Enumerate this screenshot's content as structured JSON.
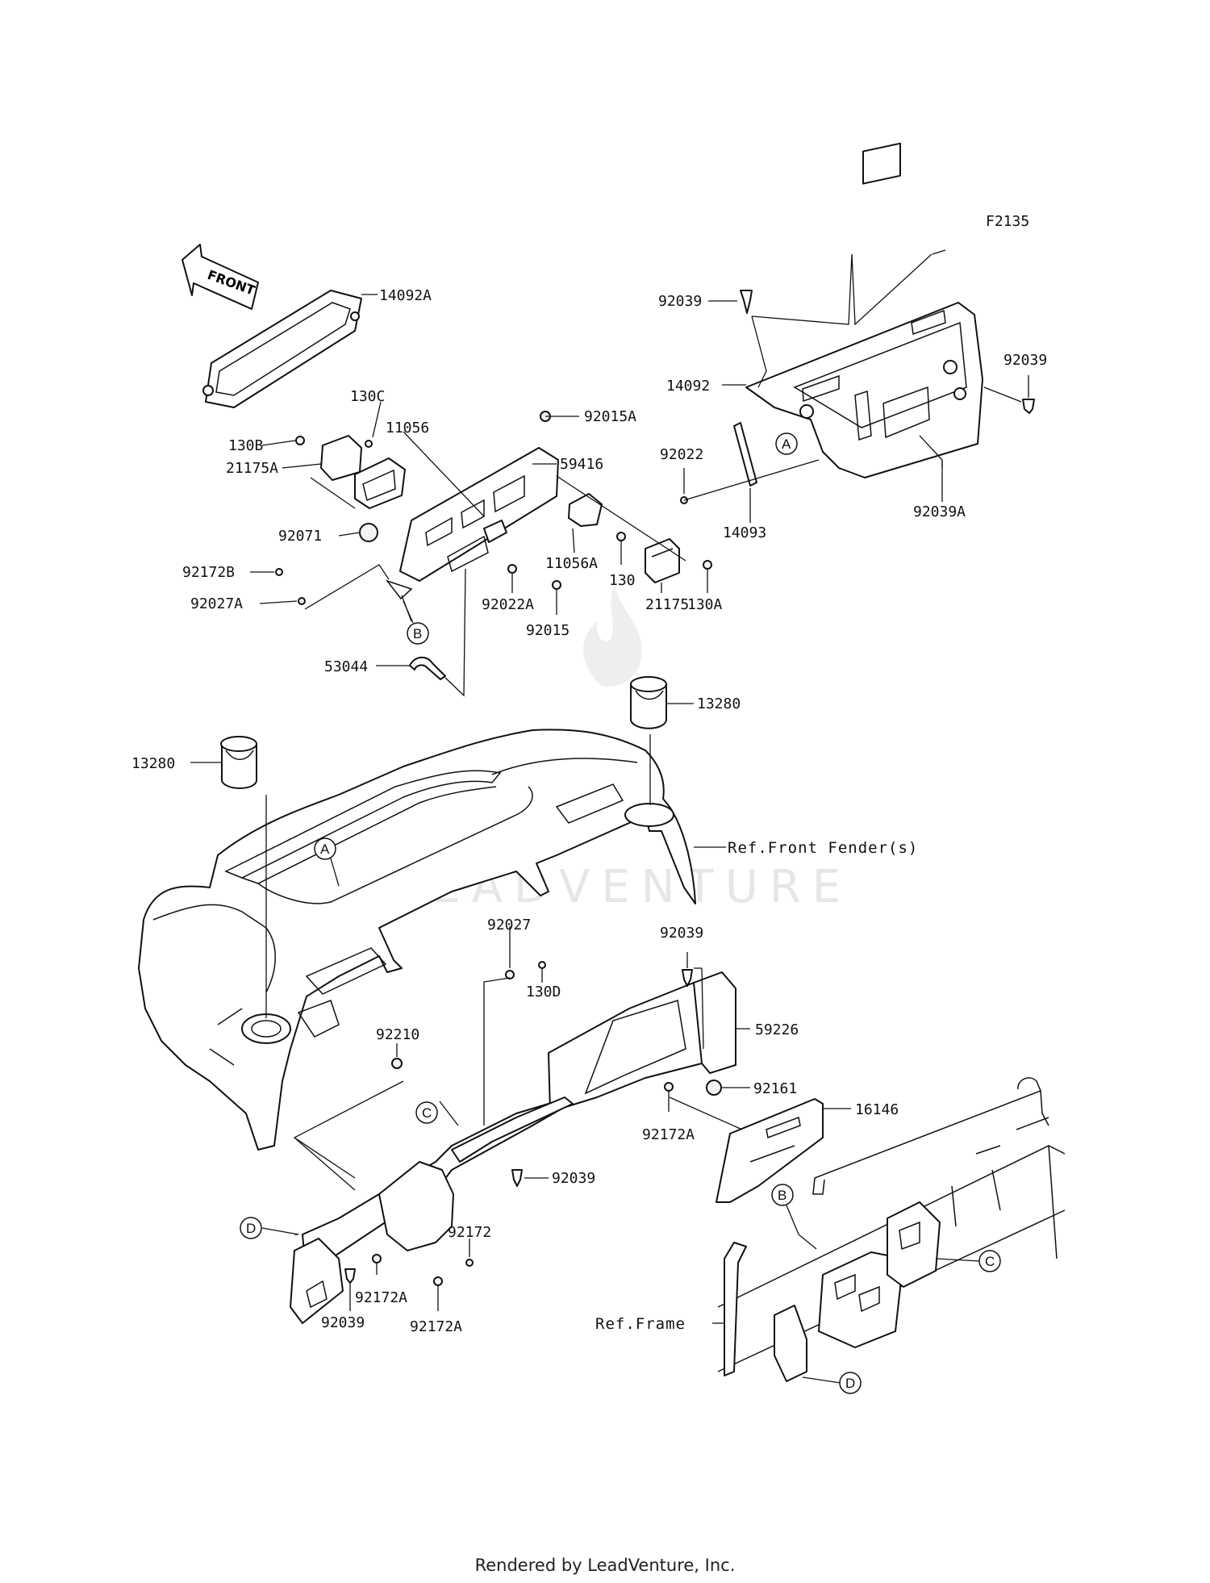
{
  "diagram_id": "F2135",
  "front_arrow_label": "FRONT",
  "watermark": "LEADVENTURE",
  "footer": "Rendered by LeadVenture, Inc.",
  "part_numbers": {
    "p14092A": "14092A",
    "p130B": "130B",
    "p130C": "130C",
    "p11056": "11056",
    "p92015A": "92015A",
    "p59416": "59416",
    "p21175A": "21175A",
    "p92071": "92071",
    "p92172B": "92172B",
    "p92027A": "92027A",
    "p11056A": "11056A",
    "p130": "130",
    "p21175": "21175",
    "p130A": "130A",
    "p92022A": "92022A",
    "p92015": "92015",
    "p53044": "53044",
    "p92039_top": "92039",
    "p14092": "14092",
    "p92039_right": "92039",
    "p92022": "92022",
    "p14093": "14093",
    "p92039A": "92039A",
    "p13280_left": "13280",
    "p13280_right": "13280",
    "p92027": "92027",
    "p130D": "130D",
    "p92039_mid": "92039",
    "p59226": "59226",
    "p92210": "92210",
    "p92161": "92161",
    "p16146": "16146",
    "p92172A_mid": "92172A",
    "p92039_low": "92039",
    "p92172": "92172",
    "p92172A_a": "92172A",
    "p92172A_b": "92172A",
    "p92039_bottom": "92039"
  },
  "references": {
    "front_fenders": "Ref.Front Fender(s)",
    "frame": "Ref.Frame"
  },
  "callouts": {
    "A": "A",
    "B": "B",
    "C": "C",
    "D": "D"
  }
}
